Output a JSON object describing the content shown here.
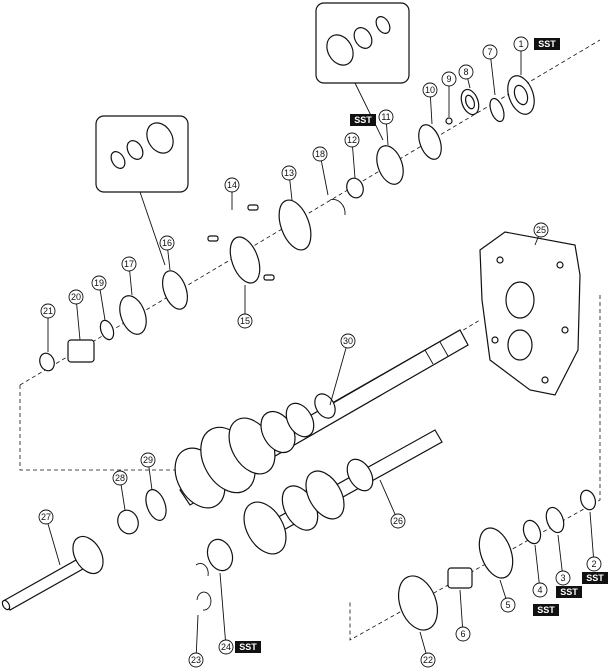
{
  "diagram": {
    "callouts": [
      "1",
      "2",
      "3",
      "4",
      "5",
      "6",
      "7",
      "8",
      "9",
      "10",
      "11",
      "12",
      "13",
      "14",
      "15",
      "16",
      "17",
      "18",
      "19",
      "20",
      "21",
      "22",
      "23",
      "24",
      "25",
      "26",
      "27",
      "28",
      "29",
      "30"
    ],
    "sst_label": "SST"
  }
}
